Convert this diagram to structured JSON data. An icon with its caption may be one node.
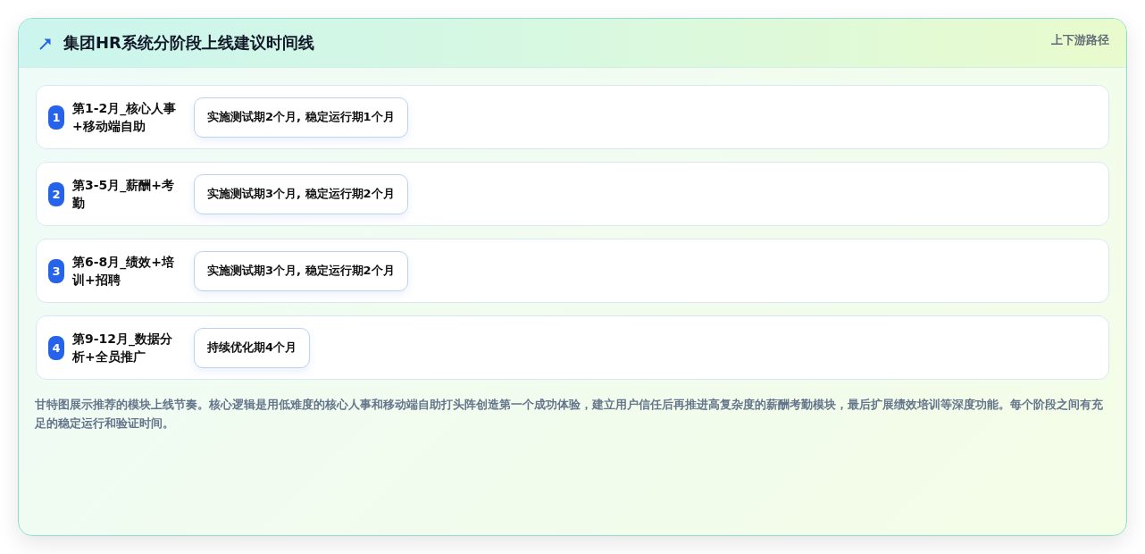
{
  "diagram": {
    "title": "集团HR系统分阶段上线建议时间线",
    "nodes": [
      {
        "text": [
          "第1-2月_核心人事+移动端自助"
        ]
      },
      {
        "text": [
          "1"
        ],
        "in": 0
      },
      {
        "text": [
          "实施测试期2个月, 稳定运行期1个月"
        ],
        "in": 0
      },
      {
        "text": [
          "第3-5月_薪酬+考勤"
        ]
      },
      {
        "text": [
          "2"
        ],
        "in": 3
      },
      {
        "text": [
          "实施测试期3个月, 稳定运行期2个月"
        ],
        "in": 3
      },
      {
        "text": [
          "第6-8月_绩效+培训+招聘"
        ]
      },
      {
        "text": [
          "3"
        ],
        "in": 6
      },
      {
        "text": [
          "实施测试期3个月, 稳定运行期2个月"
        ],
        "in": 6
      },
      {
        "text": [
          "第9-12月_数据分析+全员推广"
        ]
      },
      {
        "text": [
          "4"
        ],
        "in": 9
      },
      {
        "text": [
          "持续优化期4个月"
        ],
        "in": 9
      }
    ],
    "labels": [
      "上下游路径"
    ],
    "caption": "甘特图展示推荐的模块上线节奏。核心逻辑是用低难度的核心人事和移动端自助打头阵创造第一个成功体验，建立用户信任后再推进高复杂度的薪酬考勤模块，最后扩展绩效培训等深度功能。每个阶段之间有充足的稳定运行和验证时间。"
  }
}
